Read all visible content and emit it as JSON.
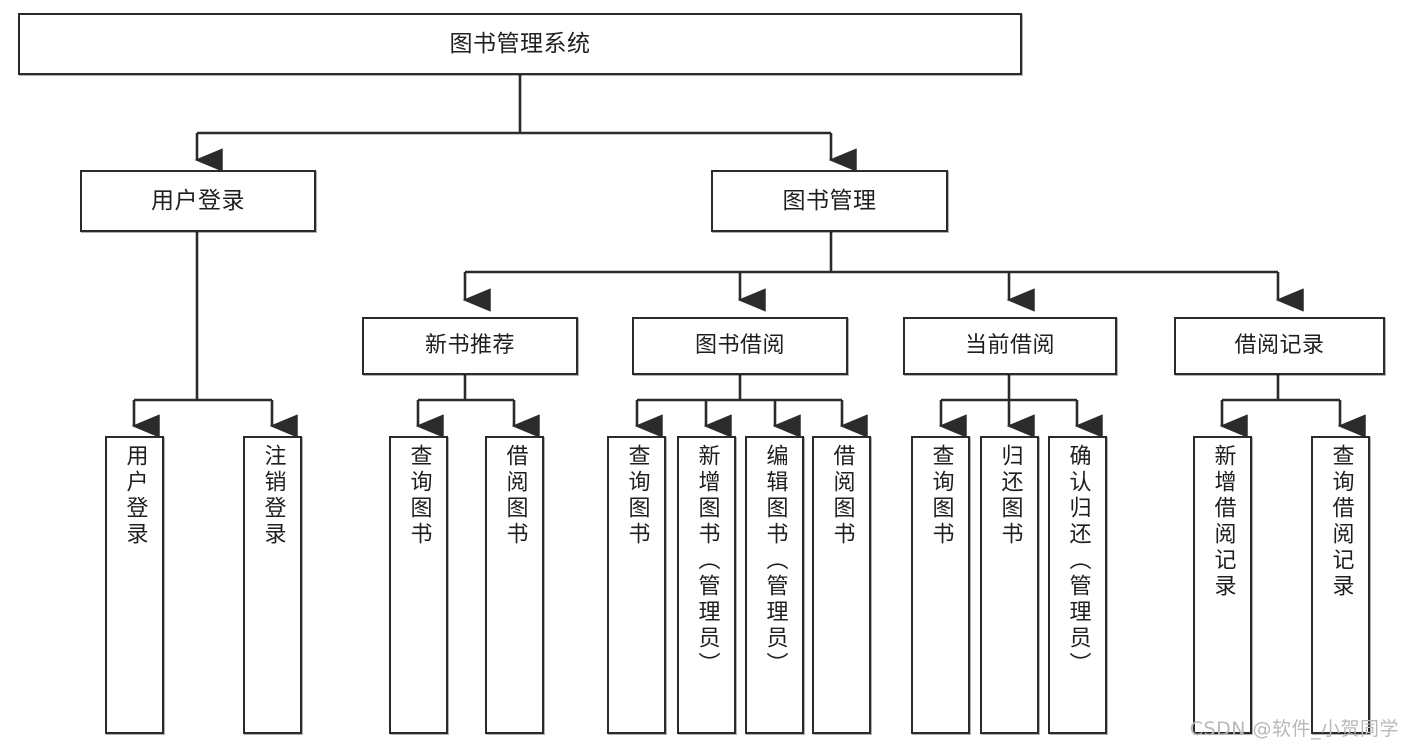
{
  "diagram": {
    "title": "图书管理系统",
    "type": "hierarchy-tree",
    "watermark": "CSDN @软件_小贺同学",
    "colors": {
      "stroke": "#2b2b2b",
      "fill": "#ffffff",
      "text": "#1f1f1f",
      "watermark": "#b9b9b9"
    },
    "nodes": {
      "root": {
        "label": "图书管理系统",
        "level": 1
      },
      "level2": [
        {
          "id": "user-login",
          "label": "用户登录"
        },
        {
          "id": "book-management",
          "label": "图书管理"
        }
      ],
      "level3": [
        {
          "id": "new-book-recommend",
          "label": "新书推荐"
        },
        {
          "id": "book-borrow",
          "label": "图书借阅"
        },
        {
          "id": "current-borrow",
          "label": "当前借阅"
        },
        {
          "id": "borrow-record",
          "label": "借阅记录"
        }
      ],
      "leaves": {
        "user_login": [
          {
            "id": "leaf-user-login",
            "label": "用户登录"
          },
          {
            "id": "leaf-logout",
            "label": "注销登录"
          }
        ],
        "new_book_recommend": [
          {
            "id": "leaf-query-book-1",
            "label": "查询图书"
          },
          {
            "id": "leaf-borrow-book-1",
            "label": "借阅图书"
          }
        ],
        "book_borrow": [
          {
            "id": "leaf-query-book-2",
            "label": "查询图书"
          },
          {
            "id": "leaf-add-book",
            "label": "新增图书（管理员）"
          },
          {
            "id": "leaf-edit-book",
            "label": "编辑图书（管理员）"
          },
          {
            "id": "leaf-borrow-book-2",
            "label": "借阅图书"
          }
        ],
        "current_borrow": [
          {
            "id": "leaf-query-book-3",
            "label": "查询图书"
          },
          {
            "id": "leaf-return-book",
            "label": "归还图书"
          },
          {
            "id": "leaf-confirm-return",
            "label": "确认归还（管理员）"
          }
        ],
        "borrow_record": [
          {
            "id": "leaf-add-record",
            "label": "新增借阅记录"
          },
          {
            "id": "leaf-query-record",
            "label": "查询借阅记录"
          }
        ]
      }
    }
  }
}
